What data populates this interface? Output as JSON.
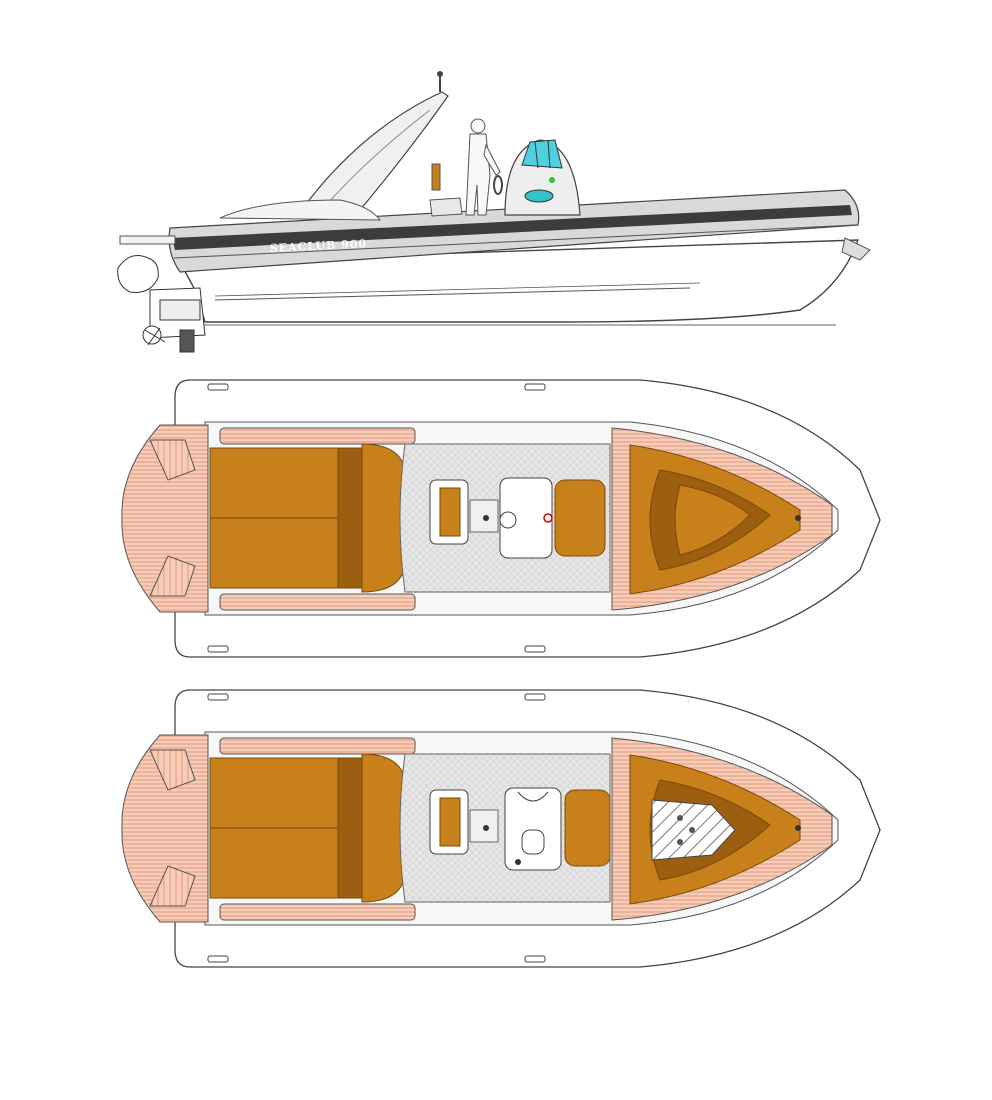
{
  "hull_label": "SEACLUB 900",
  "colors": {
    "teak": "#c8801a",
    "teak_dark": "#9c5f10",
    "tube": "#d8d8d8",
    "tube_stripe": "#3a3a3a",
    "deck": "#e3e3e3",
    "salmon_deck": "#f2c2ac",
    "glass": "#4fd0e0",
    "line": "#444444"
  },
  "views": [
    {
      "name": "side-profile"
    },
    {
      "name": "deck-plan-open"
    },
    {
      "name": "deck-plan-with-sunbed-hatch"
    }
  ]
}
